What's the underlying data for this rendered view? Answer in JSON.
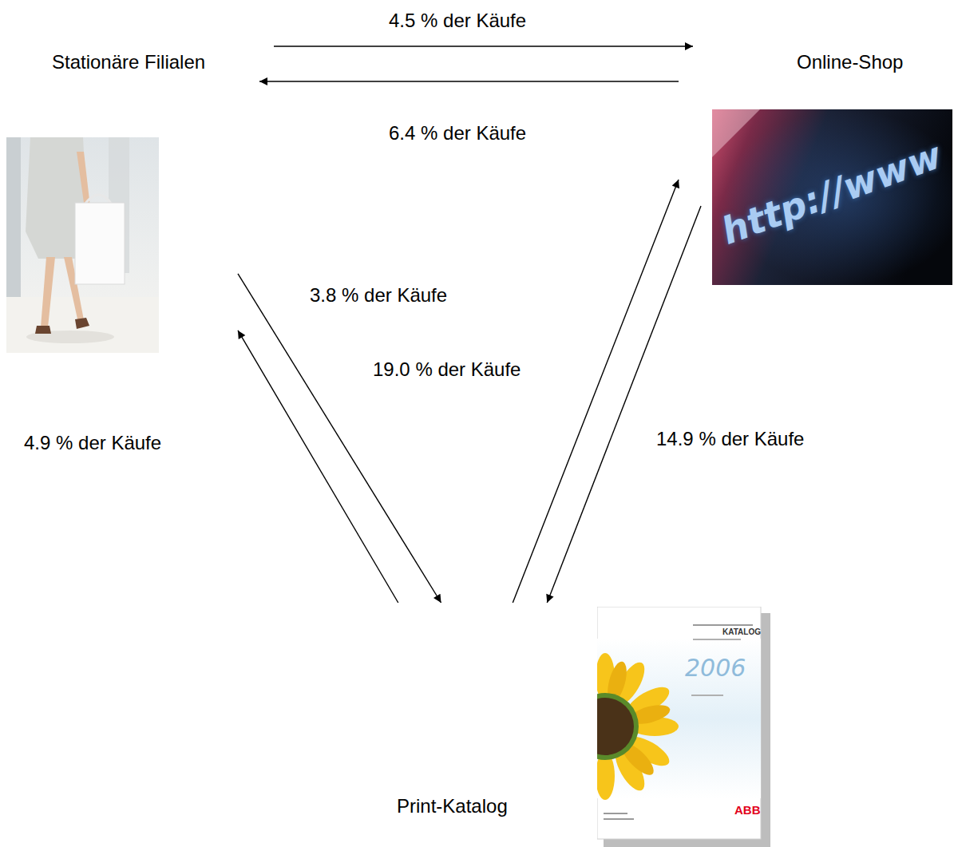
{
  "diagram": {
    "nodes": [
      {
        "text": [
          "Stationäre Filialen"
        ]
      },
      {
        "text": [
          "Online-Shop"
        ]
      },
      {
        "text": [
          "Print-Katalog"
        ]
      }
    ],
    "edges": [
      {
        "from": 0,
        "to": 1,
        "label": "4.5 % der Käufe",
        "arrow": "to"
      },
      {
        "from": 1,
        "to": 0,
        "label": "6.4 % der Käufe",
        "arrow": "to"
      },
      {
        "from": 0,
        "to": 2,
        "label": "3.8 % der Käufe",
        "arrow": "to"
      },
      {
        "from": 2,
        "to": 0,
        "label": "4.9 % der Käufe",
        "arrow": "to"
      },
      {
        "from": 2,
        "to": 1,
        "label": "19.0 % der Käufe",
        "arrow": "to"
      },
      {
        "from": 1,
        "to": 2,
        "label": "14.9 % der Käufe",
        "arrow": "to"
      }
    ],
    "labels": [
      "http://www",
      "KATALOG",
      "2006",
      "ABB"
    ]
  }
}
